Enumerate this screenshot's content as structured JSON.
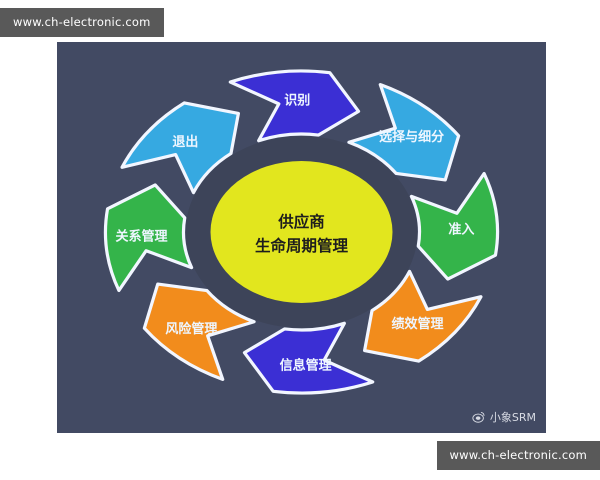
{
  "watermarks": {
    "top": "www.ch-electronic.com",
    "bottom": "www.ch-electronic.com"
  },
  "credit": {
    "icon": "weibo-icon",
    "text": "小象SRM"
  },
  "diagram": {
    "title": "供应商生命周期管理",
    "background_color": "#424a63",
    "center": {
      "line1": "供应商",
      "line2": "生命周期管理",
      "fill": "#e2e61e",
      "text_color": "#1d1d1d"
    },
    "inner_ring_color": "#3d4459",
    "stroke_color": "#f2f6ff",
    "direction": "clockwise",
    "stages": [
      {
        "id": "identify",
        "label": "识别",
        "color": "#3b2fd4",
        "text_color": "#eef6ff",
        "angle_deg": 270
      },
      {
        "id": "select",
        "label": "选择与细分",
        "color": "#36a9e1",
        "text_color": "#eef6ff",
        "angle_deg": 315
      },
      {
        "id": "admission",
        "label": "准入",
        "color": "#34b44a",
        "text_color": "#eef6ff",
        "angle_deg": 0
      },
      {
        "id": "performance",
        "label": "绩效管理",
        "color": "#f28c1c",
        "text_color": "#eef6ff",
        "angle_deg": 45
      },
      {
        "id": "information",
        "label": "信息管理",
        "color": "#3b2fd4",
        "text_color": "#eef6ff",
        "angle_deg": 90
      },
      {
        "id": "risk",
        "label": "风险管理",
        "color": "#f28c1c",
        "text_color": "#eef6ff",
        "angle_deg": 135
      },
      {
        "id": "relationship",
        "label": "关系管理",
        "color": "#34b44a",
        "text_color": "#eef6ff",
        "angle_deg": 180
      },
      {
        "id": "exit",
        "label": "退出",
        "color": "#36a9e1",
        "text_color": "#eef6ff",
        "angle_deg": 225
      }
    ]
  }
}
